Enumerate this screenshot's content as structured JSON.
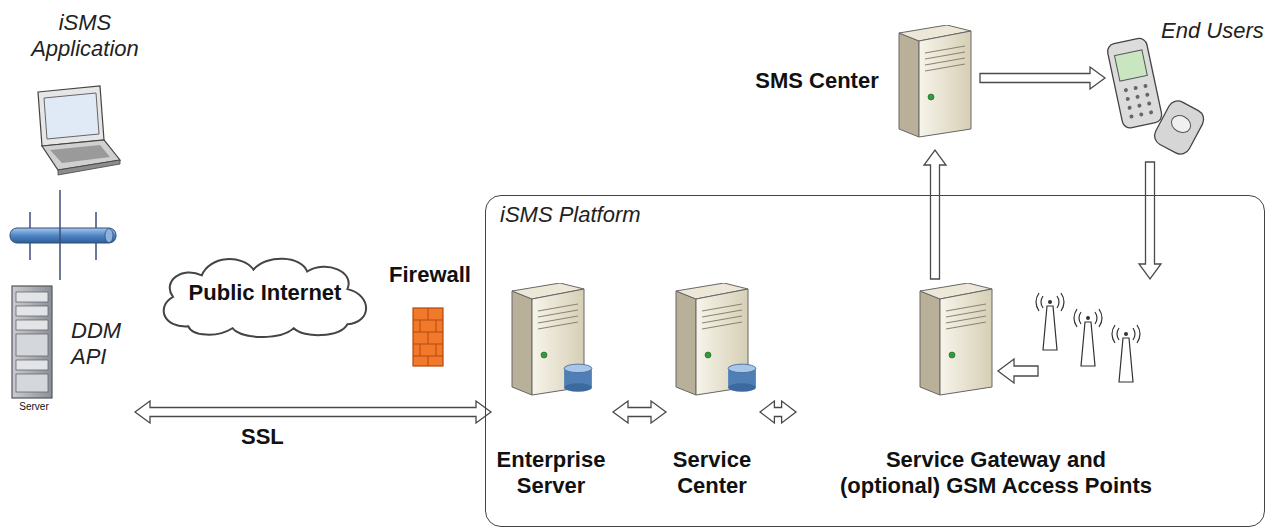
{
  "diagram": {
    "nodes": [
      {
        "text": [
          "iSMS Application"
        ]
      },
      {
        "text": [
          "DDM API",
          "Server"
        ]
      },
      {
        "text": [
          "Public Internet"
        ]
      },
      {
        "text": [
          "Firewall"
        ]
      },
      {
        "text": [
          "SMS Center"
        ]
      },
      {
        "text": [
          "End Users"
        ]
      },
      {
        "text": [
          "iSMS Platform"
        ]
      },
      {
        "text": [
          "Enterprise Server"
        ],
        "in": 6
      },
      {
        "text": [
          "Service Center"
        ],
        "in": 6
      },
      {
        "text": [
          "Service Gateway and (optional) GSM Access Points"
        ],
        "in": 6
      }
    ],
    "edges": [
      {
        "from": 0,
        "to": 1,
        "arrow": "none"
      },
      {
        "from": 1,
        "to": 7,
        "label": "SSL",
        "arrow": "both"
      },
      {
        "from": 7,
        "to": 8,
        "arrow": "both"
      },
      {
        "from": 8,
        "to": 9,
        "arrow": "both"
      },
      {
        "from": 9,
        "to": 4,
        "arrow": "to"
      },
      {
        "from": 4,
        "to": 5,
        "arrow": "to"
      },
      {
        "from": 5,
        "to": 9,
        "arrow": "to"
      }
    ]
  }
}
